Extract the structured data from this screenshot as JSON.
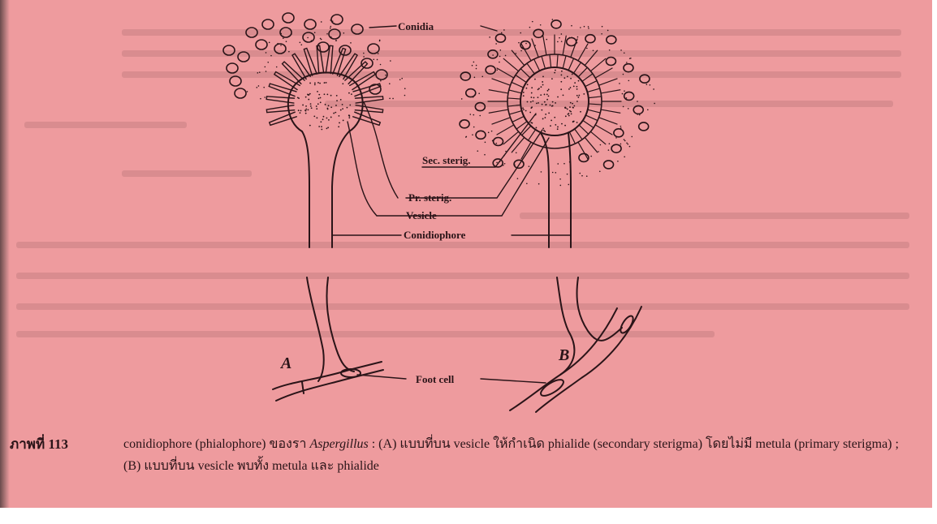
{
  "labels": {
    "conidia": "Conidia",
    "sec_sterig": "Sec. sterig.",
    "pr_sterig": "Pr. sterig.",
    "vesicle": "Vesicle",
    "conidiophore": "Conidiophore",
    "foot_cell": "Foot cell",
    "panel_a": "A",
    "panel_b": "B"
  },
  "caption": {
    "figure_number": "ภาพที่ 113",
    "text_before_genus": "conidiophore (phialophore) ของรา ",
    "genus": "Aspergillus",
    "text_after_genus": " : (A) แบบที่บน vesicle ให้กำเนิด phialide (secondary sterigma) โดยไม่มี metula (primary sterigma) ; (B) แบบที่บน vesicle พบทั้ง metula และ phialide"
  },
  "colors": {
    "background": "#ee9b9e",
    "ink": "#2a1418"
  }
}
